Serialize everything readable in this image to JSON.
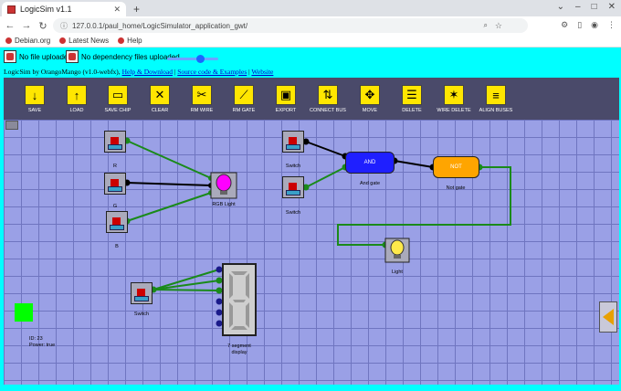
{
  "browser": {
    "tab_title": "LogicSim v1.1",
    "url": "127.0.0.1/paul_home/LogicSimulator_application_gwt/",
    "bookmarks": [
      "Debian.org",
      "Latest News",
      "Help"
    ]
  },
  "uploads": {
    "file_status": "No file uploaded",
    "dependency_status": "No dependency files uploaded"
  },
  "credit": {
    "prefix": "LogicSim by OrangoMango (v1.0-webfx),",
    "help_link": "Help & Download",
    "source_link": "Source code & Examples",
    "website_link": "Website",
    "sep": " | "
  },
  "toolbar": [
    {
      "label": "SAVE",
      "icon": "save-icon",
      "glyph": "↓"
    },
    {
      "label": "LOAD",
      "icon": "load-icon",
      "glyph": "↑"
    },
    {
      "label": "SAVE CHIP",
      "icon": "chip-icon",
      "glyph": "▭"
    },
    {
      "label": "CLEAR",
      "icon": "clear-icon",
      "glyph": "✕"
    },
    {
      "label": "RM WIRE",
      "icon": "rm-wire-icon",
      "glyph": "✂"
    },
    {
      "label": "RM GATE",
      "icon": "rm-gate-icon",
      "glyph": "⟋"
    },
    {
      "label": "EXPORT",
      "icon": "export-icon",
      "glyph": "▣"
    },
    {
      "label": "CONNECT BUS",
      "icon": "connect-bus-icon",
      "glyph": "⇅"
    },
    {
      "label": "MOVE",
      "icon": "move-icon",
      "glyph": "✥"
    },
    {
      "label": "DELETE",
      "icon": "delete-icon",
      "glyph": "☰"
    },
    {
      "label": "WIRE DELETE",
      "icon": "wire-delete-icon",
      "glyph": "✶"
    },
    {
      "label": "ALIGN BUSES",
      "icon": "align-buses-icon",
      "glyph": "≡"
    }
  ],
  "components": {
    "r_label": "R",
    "g_label": "G",
    "b_label": "B",
    "rgb_light_label": "RGB Light",
    "switch_top1": "Switch",
    "switch_top2": "Switch",
    "and_gate_text": "AND",
    "and_gate_label": "And gate",
    "not_gate_text": "NOT",
    "not_gate_label": "Not gate",
    "light_label": "Light",
    "switch_bottom": "Switch",
    "seg_label_1": "7 segment",
    "seg_label_2": "display"
  },
  "info": {
    "id_line": "ID: 23",
    "power_line": "Power: true"
  },
  "colors": {
    "wire_on": "#1a8a1a",
    "wire_off": "#000000",
    "and_fill": "#1f1fff",
    "not_fill": "#ffa500"
  }
}
